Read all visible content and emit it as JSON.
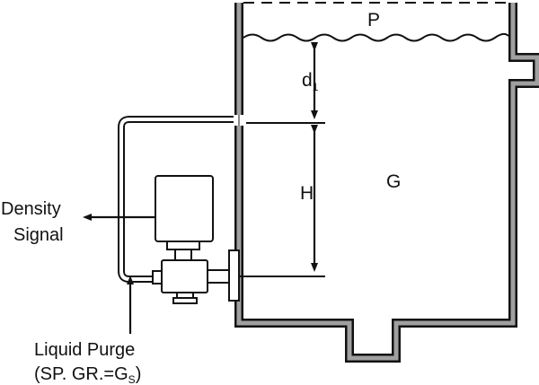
{
  "labels": {
    "top_region": "P",
    "level_symbol": "d",
    "level_subscript": "1",
    "height_symbol": "H",
    "fluid_symbol": "G",
    "output_line1": "Density",
    "output_line2": "Signal",
    "purge_line1": "Liquid Purge",
    "purge_line2_prefix": "(SP. GR.=G",
    "purge_line2_subscript": "S",
    "purge_line2_suffix": ")"
  },
  "colors": {
    "line": "#111111",
    "wall_fill": "#a0a0a0",
    "device_fill": "#ffffff"
  }
}
